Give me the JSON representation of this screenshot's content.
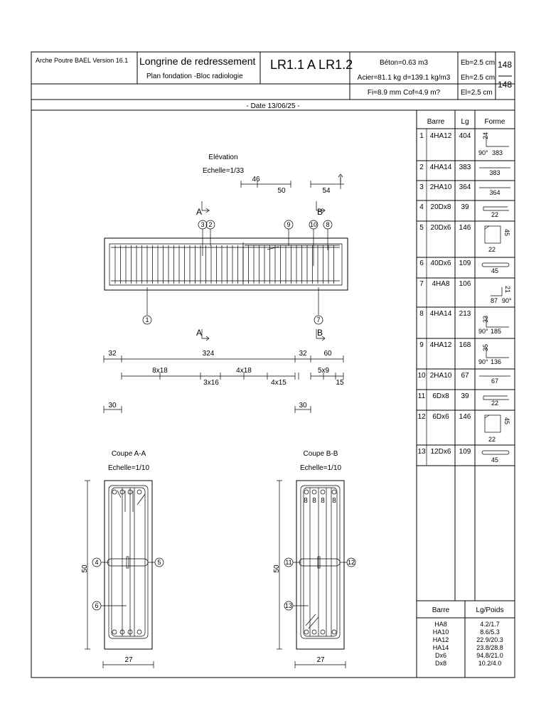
{
  "header": {
    "software": "Arche Poutre BAEL Version 16.1",
    "title": "Longrine de redressement",
    "subtitle": "Plan fondation -Bloc radiologie",
    "reference": "LR1.1 A LR1.2",
    "beton": "Béton=0.63 m3",
    "acier": "Acier=81.1 kg d=139.1 kg/m3",
    "fissure": "Fi=8.9 mm Cof=4.9 m?",
    "eb": "Eb=2.5 cm",
    "eh": "Eh=2.5 cm",
    "el": "El=2.5 cm",
    "sheet_num": "148",
    "sheet_total": "148",
    "date": "- Date 13/06/25 -"
  },
  "elevation": {
    "title": "Elévation",
    "scale": "Echelle=1/33",
    "dims": [
      "46",
      "50",
      "54"
    ],
    "section_a": "A",
    "section_b": "B",
    "bubbles": [
      "3",
      "2",
      "9",
      "10",
      "8",
      "1",
      "7"
    ],
    "lower_dims": [
      "32",
      "324",
      "32",
      "60"
    ],
    "spacing": [
      "8x18",
      "3x16",
      "4x18",
      "4x15",
      "5x9",
      "15"
    ],
    "anchors": [
      "30",
      "30"
    ]
  },
  "section_aa": {
    "title": "Coupe A-A",
    "scale": "Echelle=1/10",
    "height": "50",
    "width": "27",
    "bubbles": [
      "4",
      "5",
      "6"
    ]
  },
  "section_bb": {
    "title": "Coupe B-B",
    "scale": "Echelle=1/10",
    "height": "50",
    "width": "27",
    "bar_marks": [
      "8",
      "8",
      "8",
      "8"
    ],
    "bubbles": [
      "11",
      "12",
      "13"
    ]
  },
  "bar_table": {
    "headers": [
      "Barre",
      "Lg",
      "Forme"
    ],
    "rows": [
      {
        "num": "1",
        "barre": "4HA12",
        "lg": "404",
        "dims": [
          "24",
          "90°",
          "383"
        ]
      },
      {
        "num": "2",
        "barre": "4HA14",
        "lg": "383",
        "dims": [
          "383"
        ]
      },
      {
        "num": "3",
        "barre": "2HA10",
        "lg": "364",
        "dims": [
          "364"
        ]
      },
      {
        "num": "4",
        "barre": "20Dx8",
        "lg": "39",
        "dims": [
          "22"
        ]
      },
      {
        "num": "5",
        "barre": "20Dx6",
        "lg": "146",
        "dims": [
          "45",
          "22"
        ]
      },
      {
        "num": "6",
        "barre": "40Dx6",
        "lg": "109",
        "dims": [
          "45"
        ]
      },
      {
        "num": "7",
        "barre": "4HA8",
        "lg": "106",
        "dims": [
          "21",
          "87",
          "90°"
        ]
      },
      {
        "num": "8",
        "barre": "4HA14",
        "lg": "213",
        "dims": [
          "33",
          "90°",
          "185"
        ]
      },
      {
        "num": "9",
        "barre": "4HA12",
        "lg": "168",
        "dims": [
          "35",
          "90°",
          "136"
        ]
      },
      {
        "num": "10",
        "barre": "2HA10",
        "lg": "67",
        "dims": [
          "67"
        ]
      },
      {
        "num": "11",
        "barre": "6Dx8",
        "lg": "39",
        "dims": [
          "22"
        ]
      },
      {
        "num": "12",
        "barre": "6Dx6",
        "lg": "146",
        "dims": [
          "45",
          "22"
        ]
      },
      {
        "num": "13",
        "barre": "12Dx6",
        "lg": "109",
        "dims": [
          "45"
        ]
      }
    ]
  },
  "weight_table": {
    "headers": [
      "Barre",
      "Lg/Poids"
    ],
    "rows": [
      {
        "barre": "HA8",
        "val": "4.2/1.7"
      },
      {
        "barre": "HA10",
        "val": "8.6/5.3"
      },
      {
        "barre": "HA12",
        "val": "22.9/20.3"
      },
      {
        "barre": "HA14",
        "val": "23.8/28.8"
      },
      {
        "barre": "Dx6",
        "val": "94.8/21.0"
      },
      {
        "barre": "Dx8",
        "val": "10.2/4.0"
      }
    ]
  }
}
